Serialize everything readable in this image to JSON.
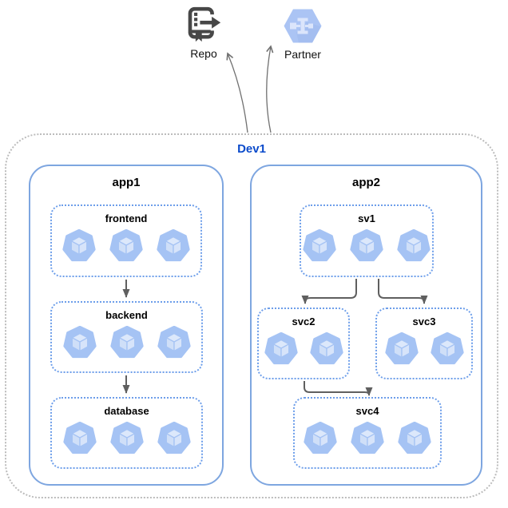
{
  "external": {
    "repo": {
      "label": "Repo",
      "icon": "source-repo-icon"
    },
    "partner": {
      "label": "Partner",
      "icon": "partner-hexagon-icon"
    }
  },
  "cluster": {
    "label": "Dev1",
    "label_color": "#0b4bcb",
    "apps": [
      {
        "label": "app1",
        "groups": [
          {
            "label": "frontend",
            "pod_count": 3
          },
          {
            "label": "backend",
            "pod_count": 3
          },
          {
            "label": "database",
            "pod_count": 3
          }
        ]
      },
      {
        "label": "app2",
        "groups": [
          {
            "label": "sv1",
            "pod_count": 3
          },
          {
            "label": "svc2",
            "pod_count": 2
          },
          {
            "label": "svc3",
            "pod_count": 2
          },
          {
            "label": "svc4",
            "pod_count": 3
          }
        ]
      }
    ],
    "connections": [
      {
        "from": "frontend",
        "to": "backend"
      },
      {
        "from": "backend",
        "to": "database"
      },
      {
        "from": "sv1",
        "to": "svc2"
      },
      {
        "from": "sv1",
        "to": "svc3"
      },
      {
        "from": "svc2",
        "to": "svc4"
      },
      {
        "from": "Dev1",
        "to": "Repo"
      },
      {
        "from": "Dev1",
        "to": "Partner"
      }
    ]
  },
  "colors": {
    "app_border": "#7ea6e0",
    "group_border": "#6d9eea",
    "cluster_border": "#bcbcbc",
    "pod_heptagon": "#a5c3f4",
    "pod_cube_light": "#d9e5fa",
    "arrow": "#5f5f5f",
    "repo_icon": "#474747",
    "partner_hexagon": "#abc4f4",
    "dev1_text": "#0b4bcb"
  }
}
